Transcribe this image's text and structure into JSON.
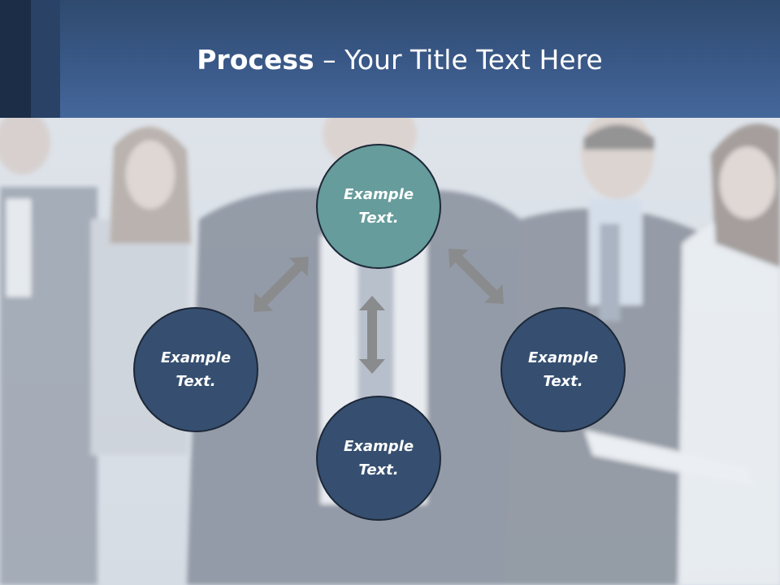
{
  "slide": {
    "title_bold": "Process",
    "title_rest": " – Your Title Text Here"
  },
  "diagram": {
    "nodes": [
      {
        "position": "top",
        "text": "Example Text.",
        "color": "#669c9b"
      },
      {
        "position": "left",
        "text": "Example Text.",
        "color": "#364f70"
      },
      {
        "position": "right",
        "text": "Example Text.",
        "color": "#364f70"
      },
      {
        "position": "bottom",
        "text": "Example Text.",
        "color": "#364f70"
      }
    ],
    "connector_color": "#888888"
  },
  "theme": {
    "header_color": "#3a5988",
    "header_dark_strip": "#1c2d47"
  }
}
